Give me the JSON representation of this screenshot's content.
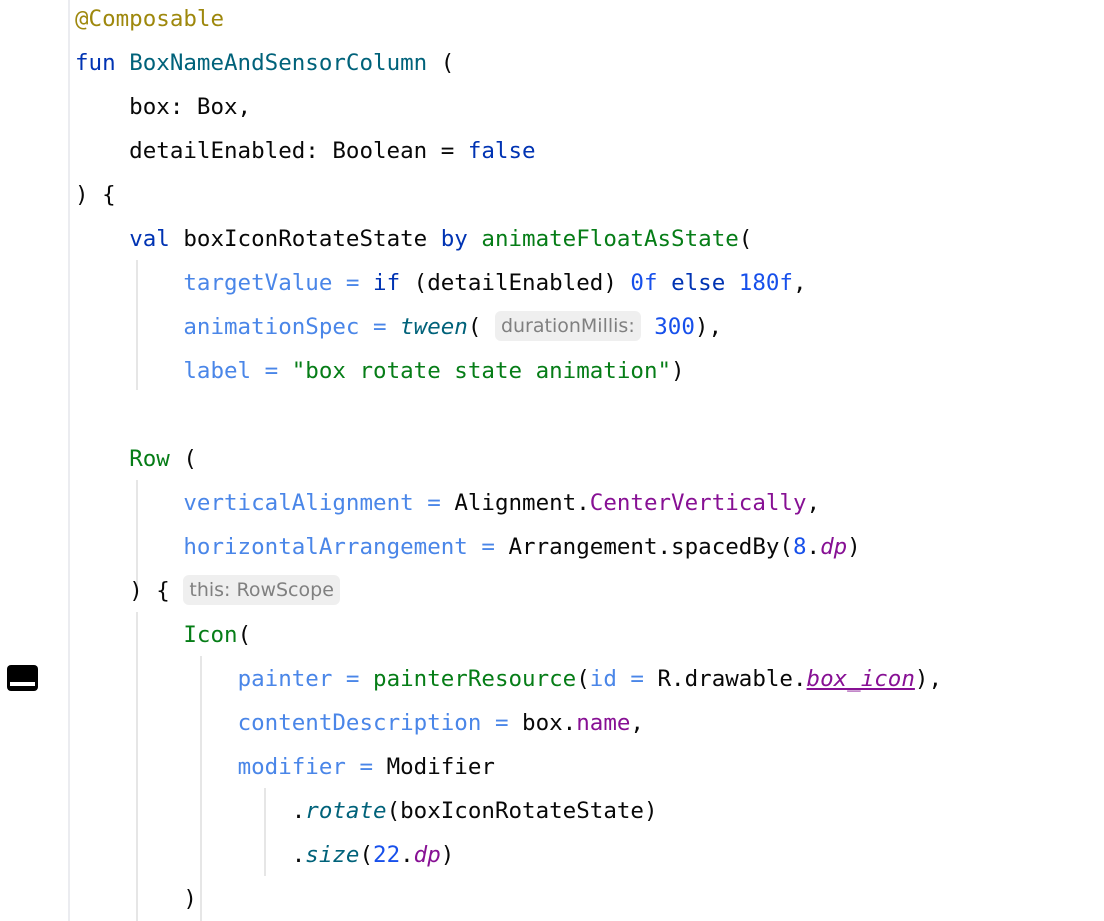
{
  "gutter": {
    "icon": "preview-panel-icon"
  },
  "code": {
    "l1": {
      "annotation": "@Composable"
    },
    "l2": {
      "kw": "fun",
      "name": "BoxNameAndSensorColumn",
      "rest": " ("
    },
    "l3": {
      "text": "    box: Box,"
    },
    "l4": {
      "pre": "    detailEnabled: Boolean = ",
      "kw": "false"
    },
    "l5": {
      "text": ") {"
    },
    "l6": {
      "indent": "    ",
      "kw": "val",
      "mid": " boxIconRotateState ",
      "kw2": "by",
      "sp": " ",
      "call": "animateFloatAsState",
      "rest": "("
    },
    "l7": {
      "indent": "        ",
      "param": "targetValue",
      "eq": " = ",
      "kw": "if",
      "mid": " (detailEnabled) ",
      "num1": "0f",
      "sp": " ",
      "kw2": "else",
      "sp2": " ",
      "num2": "180f",
      "rest": ","
    },
    "l8": {
      "indent": "        ",
      "param": "animationSpec",
      "eq": " = ",
      "ext": "tween",
      "open": "( ",
      "hint": "durationMillis:",
      "sp": " ",
      "num": "300",
      "rest": "),"
    },
    "l9": {
      "indent": "        ",
      "param": "label",
      "eq": " = ",
      "str": "\"box rotate state animation\"",
      "rest": ")"
    },
    "l10": {
      "text": ""
    },
    "l11": {
      "indent": "    ",
      "call": "Row",
      "rest": " ("
    },
    "l12": {
      "indent": "        ",
      "param": "verticalAlignment",
      "eq": " = ",
      "mid": "Alignment.",
      "prop": "CenterVertically",
      "rest": ","
    },
    "l13": {
      "indent": "        ",
      "param": "horizontalArrangement",
      "eq": " = ",
      "mid": "Arrangement.spacedBy(",
      "num": "8",
      "dot": ".",
      "ext_prop": "dp",
      "rest": ")"
    },
    "l14": {
      "indent": "    ",
      "text": ") {",
      "sp": " ",
      "hint": "this: RowScope"
    },
    "l15": {
      "indent": "        ",
      "call": "Icon",
      "rest": "("
    },
    "l16": {
      "indent": "            ",
      "param": "painter",
      "eq": " = ",
      "call": "painterResource",
      "open": "(",
      "param2": "id",
      "eq2": " = ",
      "mid": "R.drawable.",
      "res": "box_icon",
      "rest": "),"
    },
    "l17": {
      "indent": "            ",
      "param": "contentDescription",
      "eq": " = ",
      "mid": "box.",
      "prop": "name",
      "rest": ","
    },
    "l18": {
      "indent": "            ",
      "param": "modifier",
      "eq": " = ",
      "mid": "Modifier"
    },
    "l19": {
      "indent": "                ",
      "dot": ".",
      "ext": "rotate",
      "rest": "(boxIconRotateState)"
    },
    "l20": {
      "indent": "                ",
      "dot": ".",
      "ext": "size",
      "open": "(",
      "num": "22",
      "dot2": ".",
      "ext_prop": "dp",
      "rest": ")"
    },
    "l21": {
      "indent": "        ",
      "text": ")"
    }
  }
}
